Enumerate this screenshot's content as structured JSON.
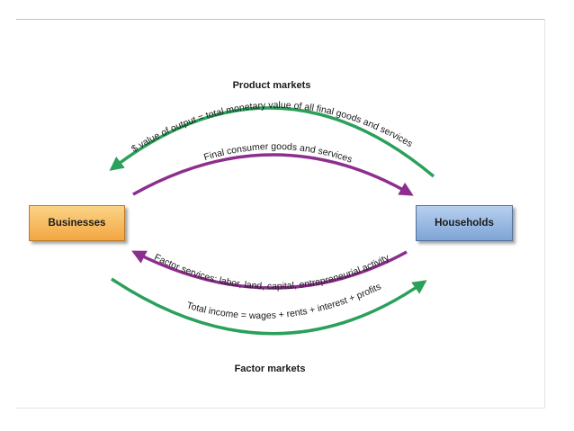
{
  "nodes": {
    "businesses": "Businesses",
    "households": "Households"
  },
  "markets": {
    "product": "Product markets",
    "factor": "Factor markets"
  },
  "flows": {
    "product_money": "$ value of output = total monetary value of all final goods and services",
    "product_goods": "Final consumer goods and services",
    "factor_services": "Factor services: labor, land, capital, entrepreneurial activity",
    "factor_income": "Total income = wages + rents + interest + profits"
  },
  "colors": {
    "money_flow": "#2aa05a",
    "real_flow": "#8c2e8e",
    "businesses_box": "#f3a643",
    "households_box": "#7ea4d6"
  }
}
